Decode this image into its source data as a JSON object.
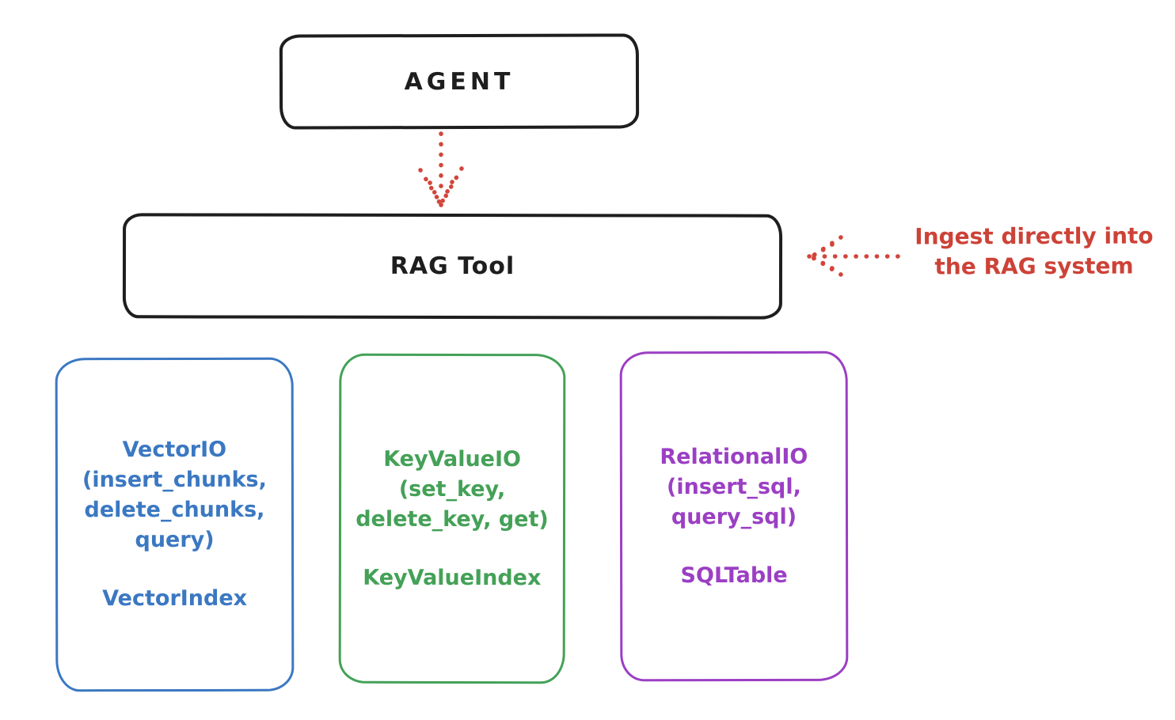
{
  "diagram": {
    "background_color": "#ffffff",
    "node_stroke_color": "#1e1e1e",
    "agent": {
      "label": "AGENT"
    },
    "rag_tool": {
      "label": "RAG Tool"
    },
    "annotation": {
      "line1": "Ingest directly into",
      "line2": "the RAG system",
      "color": "#cd4237"
    },
    "arrows": [
      {
        "name": "agent-to-rag-tool",
        "style": "dotted",
        "direction": "down",
        "color": "#d2453a"
      },
      {
        "name": "annotation-to-rag-tool",
        "style": "dotted",
        "direction": "left",
        "color": "#d2453a"
      }
    ],
    "backends": [
      {
        "title": "VectorIO",
        "methods": [
          "(insert_chunks,",
          "delete_chunks,",
          "query)"
        ],
        "index": "VectorIndex",
        "color": "#3b78c2"
      },
      {
        "title": "KeyValueIO",
        "methods": [
          "(set_key,",
          "delete_key, get)"
        ],
        "index": "KeyValueIndex",
        "color": "#44a157"
      },
      {
        "title": "RelationalIO",
        "methods": [
          "(insert_sql,",
          "query_sql)"
        ],
        "index": "SQLTable",
        "color": "#9b3fc4"
      }
    ]
  }
}
